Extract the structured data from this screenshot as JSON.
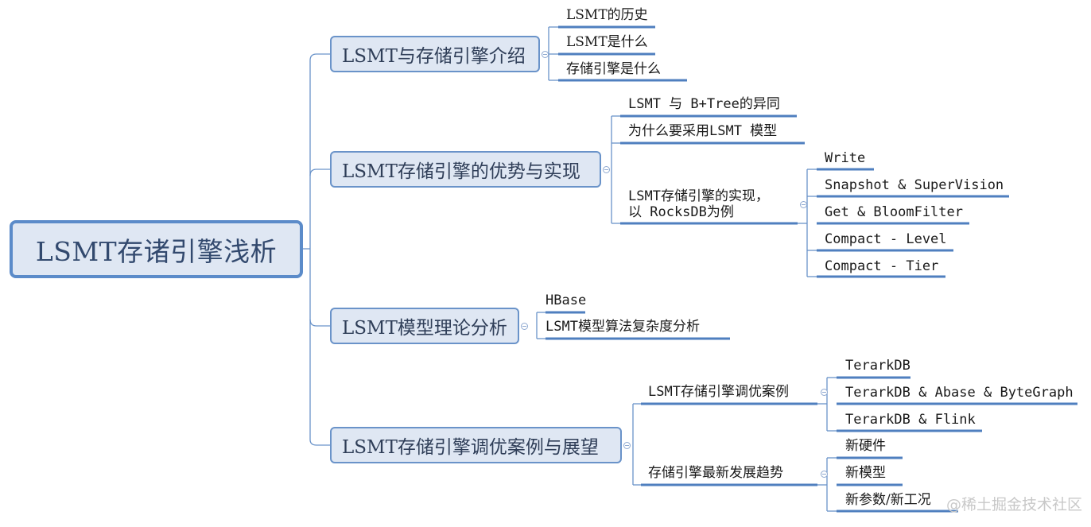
{
  "root": {
    "label": "LSMT存诸引擎浅析"
  },
  "branches": [
    {
      "label": "LSMT与存储引擎介绍",
      "children": [
        {
          "label": "LSMT的历史"
        },
        {
          "label": "LSMT是什么"
        },
        {
          "label": "存储引擎是什么"
        }
      ]
    },
    {
      "label": "LSMT存储引擎的优势与实现",
      "children": [
        {
          "label": "LSMT 与 B+Tree的异同"
        },
        {
          "label": "为什么要采用LSMT 模型"
        },
        {
          "label_line1": "LSMT存储引擎的实现，",
          "label_line2": "以 RocksDB为例",
          "children": [
            {
              "label": "Write"
            },
            {
              "label": "Snapshot & SuperVision"
            },
            {
              "label": "Get & BloomFilter"
            },
            {
              "label": "Compact - Level"
            },
            {
              "label": "Compact - Tier"
            }
          ]
        }
      ]
    },
    {
      "label": "LSMT模型理论分析",
      "children": [
        {
          "label": "HBase"
        },
        {
          "label": "LSMT模型算法复杂度分析"
        }
      ]
    },
    {
      "label": "LSMT存储引擎调优案例与展望",
      "children": [
        {
          "label": "LSMT存储引擎调优案例",
          "children": [
            {
              "label": "TerarkDB"
            },
            {
              "label": "TerarkDB & Abase & ByteGraph"
            },
            {
              "label": "TerarkDB & Flink"
            }
          ]
        },
        {
          "label": "存储引擎最新发展趋势",
          "children": [
            {
              "label": "新硬件"
            },
            {
              "label": "新模型"
            },
            {
              "label": "新参数/新工况"
            }
          ]
        }
      ]
    }
  ],
  "watermark": "@稀土掘金技术社区",
  "colors": {
    "line": "#5b8bc9",
    "underline": "#4f7fbf",
    "node_fill": "#dfe7f3",
    "root_border": "#5b8bc9"
  }
}
